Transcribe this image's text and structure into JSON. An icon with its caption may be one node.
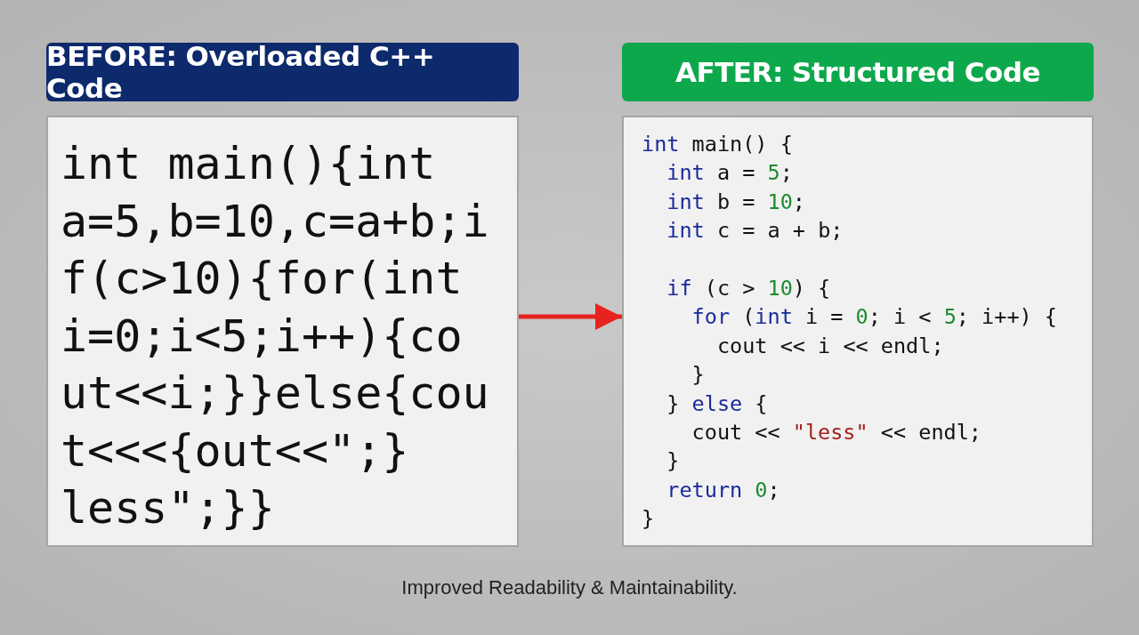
{
  "diagram": {
    "caption": "Improved Readability & Maintainability.",
    "nodes": [
      {
        "text": [
          "BEFORE: Overloaded C++ Code",
          "int main(){int",
          "a=5,b=10,c=a+b;i",
          "f(c>10){for(int",
          "i=0;i<5;i++){co",
          "ut<<i;}}else{cou",
          "t<<<{out<<\";}",
          "less\";}}"
        ]
      },
      {
        "text": [
          "AFTER: Structured Code",
          "int main() {",
          "  int a = 5;",
          "  int b = 10;",
          "  int c = a + b;",
          "  if (c > 10) {",
          "    for (int i = 0; i < 5; i++) {",
          "      cout << i << endl;",
          "    }",
          "  } else {",
          "    cout << \"less\" << endl;",
          "  }",
          "  return 0;",
          "}"
        ]
      }
    ],
    "edges": [
      {
        "from": 0,
        "to": 1,
        "arrow": "to",
        "color": "#e8231f"
      }
    ]
  }
}
